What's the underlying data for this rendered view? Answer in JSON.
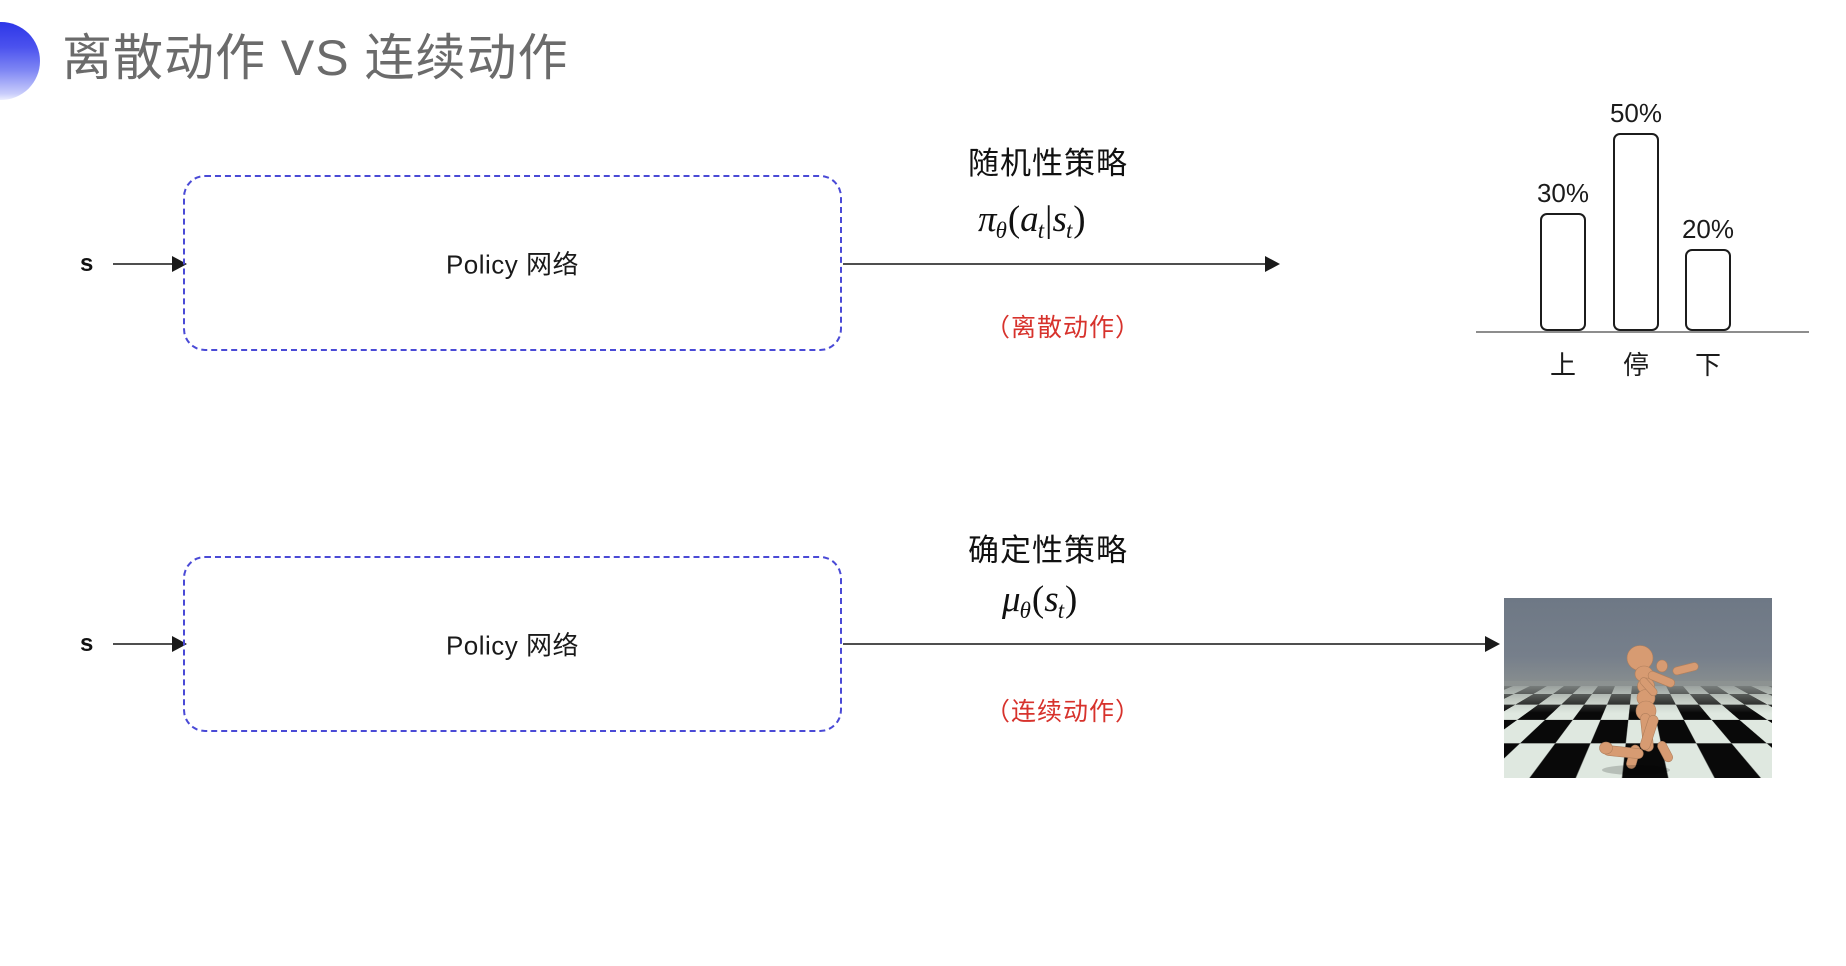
{
  "slide": {
    "title": "离散动作 VS 连续动作",
    "bullet_icon": "half-circle-bullet-icon",
    "accent_color": "#3a42ea",
    "title_color": "#6b6b6b",
    "background_color": "#ffffff"
  },
  "rows": [
    {
      "id": "discrete",
      "input_label": "s",
      "box_label": "Policy 网络",
      "policy_name": "随机性策略",
      "formula": {
        "head": "π",
        "sub1": "θ",
        "body_open": "(",
        "arg1": "a",
        "arg1_sub": "t",
        "bar": "|",
        "arg2": "s",
        "arg2_sub": "t",
        "body_close": ")"
      },
      "note": "（离散动作）",
      "note_color": "#d7322c",
      "output_type": "bar-chart"
    },
    {
      "id": "continuous",
      "input_label": "s",
      "box_label": "Policy 网络",
      "policy_name": "确定性策略",
      "formula": {
        "head": "μ",
        "sub1": "θ",
        "body_open": "(",
        "arg1": "s",
        "arg1_sub": "t",
        "body_close": ")"
      },
      "note": "（连续动作）",
      "note_color": "#d7322c",
      "output_type": "humanoid-simulation"
    }
  ],
  "chart_data": {
    "type": "bar",
    "title": "",
    "categories": [
      "上",
      "停",
      "下"
    ],
    "values": [
      30,
      50,
      20
    ],
    "value_labels": [
      "30%",
      "50%",
      "20%"
    ],
    "ylim": [
      0,
      50
    ],
    "xlabel": "",
    "ylabel": "",
    "grid": false,
    "legend": "none",
    "bar_fill": "#ffffff",
    "bar_stroke": "#1c1c1c"
  },
  "simulation": {
    "name": "humanoid-simulation",
    "sky_color": "#717b88",
    "floor_colors": [
      "#e3ebe2",
      "#090909"
    ],
    "figure_color": "#d79b72"
  }
}
